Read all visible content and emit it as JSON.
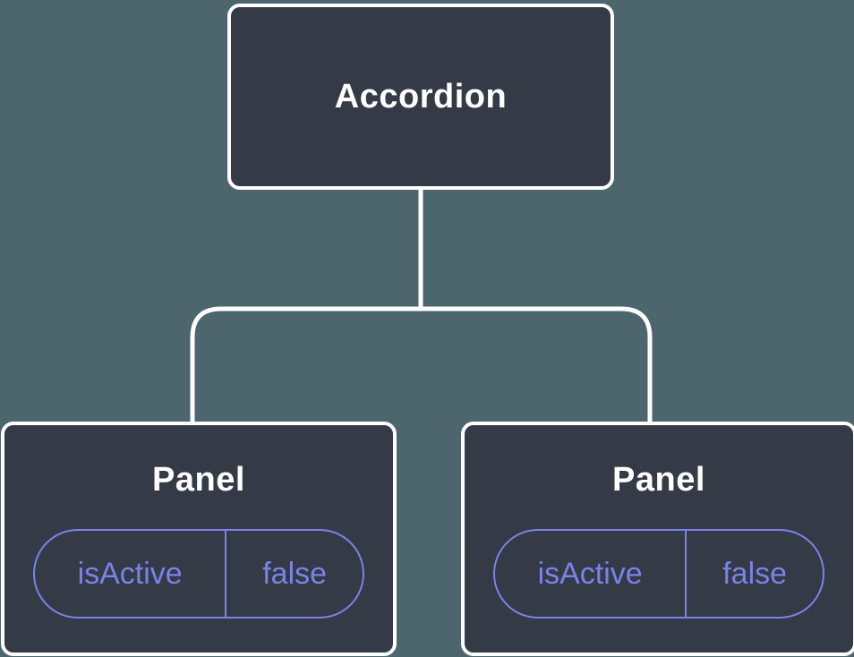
{
  "tree": {
    "root": {
      "label": "Accordion"
    },
    "panels": [
      {
        "label": "Panel",
        "state_name": "isActive",
        "state_value": "false"
      },
      {
        "label": "Panel",
        "state_name": "isActive",
        "state_value": "false"
      }
    ]
  },
  "colors": {
    "background": "#4D666D",
    "node_fill": "#343A46",
    "node_border": "#FFFFFF",
    "connector": "#FFFFFF",
    "node_text": "#FFFFFF",
    "state_accent": "#7B82E8"
  }
}
